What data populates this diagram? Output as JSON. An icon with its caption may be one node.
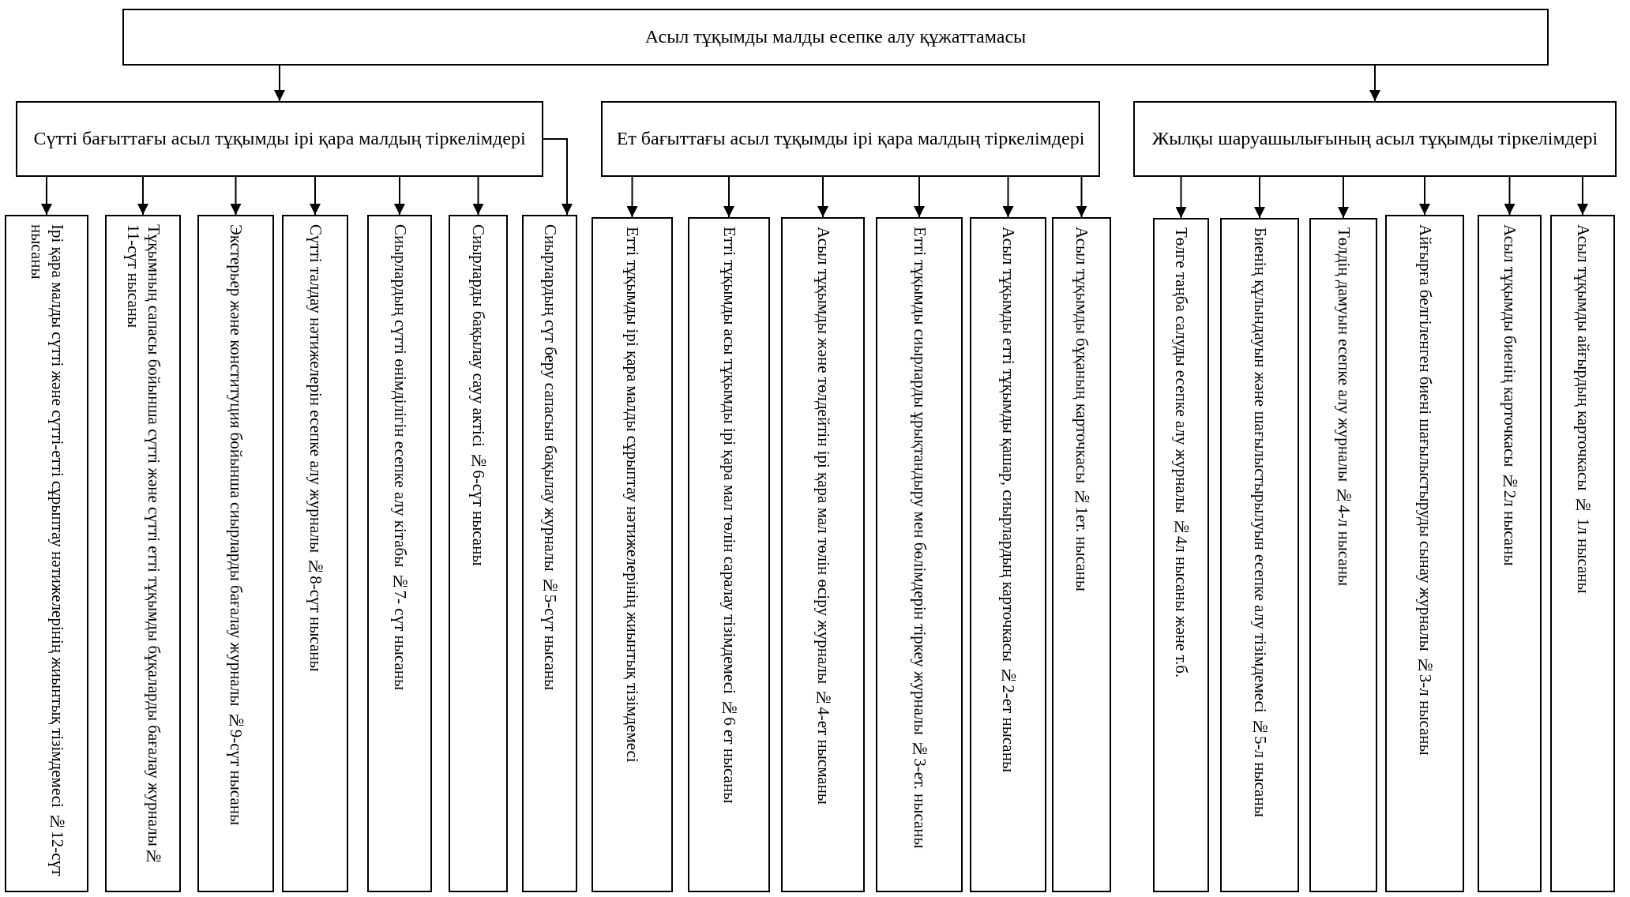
{
  "diagram": {
    "nodes": [
      {
        "text": [
          "Асыл тұқымды малды есепке алу құжаттамасы"
        ]
      },
      {
        "text": [
          "Сүтті бағыттағы асыл тұқымды ірі қара малдың тіркелімдері"
        ]
      },
      {
        "text": [
          "Ет бағыттағы асыл тұқымды ірі қара малдың тіркелімдері"
        ]
      },
      {
        "text": [
          "Жылқы шаруашылығының асыл тұқымды тіркелімдері"
        ]
      },
      {
        "text": [
          "Ірі қара малды сүтті және сүтті-етті сұрыптау нәтижелерінің жиынтық тізімдемесі №12-сүт нысаны"
        ]
      },
      {
        "text": [
          "Тұқымның сапасы бойынша сүтті және сүтті етті тұқымды бұқаларды бағалау журналы№ 11-сүт нысаны"
        ]
      },
      {
        "text": [
          "Экстерьер және конституция бойынша сиырларды бағалау журналы №9-сүт нысаны"
        ]
      },
      {
        "text": [
          "Сүтті талдау нәтижелерін есепке алу журналы №8-сүт нысаны"
        ]
      },
      {
        "text": [
          "Сиырлардың сүтті өнімділігін есепке алу кітабы №7- сүт нысаны"
        ]
      },
      {
        "text": [
          "Сиырларды бақылау сауу актісі №6-сүт нысаны"
        ]
      },
      {
        "text": [
          "Сиырлардың сүт беру сапасын бақылау журналы №5-сүт нысаны"
        ]
      },
      {
        "text": [
          "Етті тұқымды ірі қара малды сұрыптау нәтижелерінің жиынтық тізімдемесі"
        ]
      },
      {
        "text": [
          "Етті тұқымды асы тұқымды ірі қара мал төлін саралау тізімдемесі №6 ет нысаны"
        ]
      },
      {
        "text": [
          "Асыл тұқымды және төлдейтін ірі қара мал төлін өсіру журналы №4-ет нысманы"
        ]
      },
      {
        "text": [
          "Етті тұқымды сиырларды ұрықтандыру мен бөлімдерін тіркеу журналы №3-ет. нысаны"
        ]
      },
      {
        "text": [
          "Асыл тұқымды етті тұқымды қашар, сиырлардың карточкасы №2-ет нысаны"
        ]
      },
      {
        "text": [
          "Асыл тұқымды бұқаның карточкасы №1ет. нысаны"
        ]
      },
      {
        "text": [
          "Төлге таңба салуды есепке алу журналы №4л нысаны және т.б."
        ]
      },
      {
        "text": [
          "Биенің құлындауын және шағылыстырылуын есепке алу тізімдемесі №5-л нысаны"
        ]
      },
      {
        "text": [
          "Төлдің дамуын есепке алу журналы №4-л нысаны"
        ]
      },
      {
        "text": [
          "Айғырға белгіленген биені шағылыстыруды сынау журналы №3-л нысаны"
        ]
      },
      {
        "text": [
          "Асыл тұқымды биенің карточкасы №2л нысаны"
        ]
      },
      {
        "text": [
          "Асыл тұқымды айғырдың карточкасы № 1л нысаны"
        ]
      }
    ],
    "edges": [
      {
        "from": 0,
        "to": 1,
        "arrow": "to"
      },
      {
        "from": 0,
        "to": 3,
        "arrow": "to"
      },
      {
        "from": 1,
        "to": 4,
        "arrow": "to"
      },
      {
        "from": 1,
        "to": 5,
        "arrow": "to"
      },
      {
        "from": 1,
        "to": 6,
        "arrow": "to"
      },
      {
        "from": 1,
        "to": 7,
        "arrow": "to"
      },
      {
        "from": 1,
        "to": 8,
        "arrow": "to"
      },
      {
        "from": 1,
        "to": 9,
        "arrow": "to"
      },
      {
        "from": 1,
        "to": 10,
        "arrow": "to"
      },
      {
        "from": 2,
        "to": 11,
        "arrow": "to"
      },
      {
        "from": 2,
        "to": 12,
        "arrow": "to"
      },
      {
        "from": 2,
        "to": 13,
        "arrow": "to"
      },
      {
        "from": 2,
        "to": 14,
        "arrow": "to"
      },
      {
        "from": 2,
        "to": 15,
        "arrow": "to"
      },
      {
        "from": 2,
        "to": 16,
        "arrow": "to"
      },
      {
        "from": 3,
        "to": 17,
        "arrow": "to"
      },
      {
        "from": 3,
        "to": 18,
        "arrow": "to"
      },
      {
        "from": 3,
        "to": 19,
        "arrow": "to"
      },
      {
        "from": 3,
        "to": 20,
        "arrow": "to"
      },
      {
        "from": 3,
        "to": 21,
        "arrow": "to"
      },
      {
        "from": 3,
        "to": 22,
        "arrow": "to"
      }
    ]
  }
}
